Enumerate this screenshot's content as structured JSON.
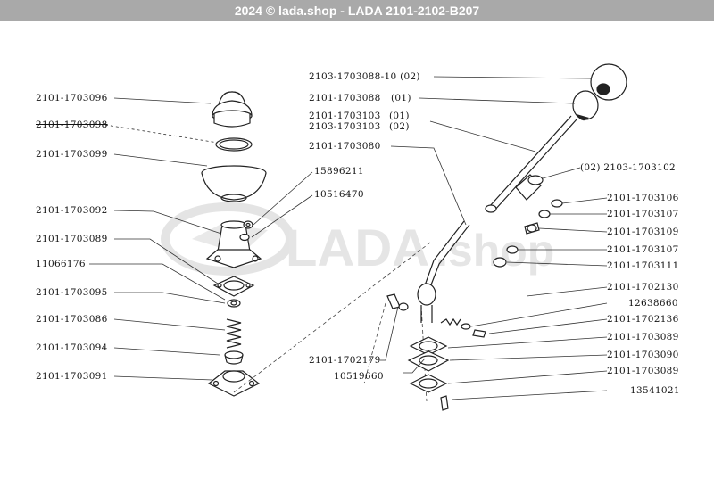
{
  "header": {
    "title": "2024 © lada.shop - LADA 2101-2102-B207"
  },
  "watermark": {
    "brand": "LADA",
    "suffix": ".shop",
    "color": "#d0d0d0"
  },
  "labels": {
    "left": [
      "2101-1703096",
      "2101-1703098",
      "2101-1703099",
      "2101-1703092",
      "2101-1703089",
      "11066176",
      "2101-1703095",
      "2101-1703086",
      "2101-1703094",
      "2101-1703091"
    ],
    "mid": [
      "15896211",
      "10516470"
    ],
    "top_right": [
      "2103-1703088-10 (02)",
      "2101-1703088",
      "(01)",
      "2101-1703103",
      "(01)",
      "2103-1703103",
      "(02)",
      "2101-1703080"
    ],
    "right": [
      "(02) 2103-1703102",
      "2101-1703106",
      "2101-1703107",
      "2101-1703109",
      "2101-1703107",
      "2101-1703111",
      "2101-1702130",
      "12638660",
      "2101-1702136",
      "2101-1703089",
      "2101-1703090",
      "2101-1703089",
      "13541021"
    ],
    "bottom_mid": [
      "2101-1702179",
      "10519660"
    ]
  }
}
